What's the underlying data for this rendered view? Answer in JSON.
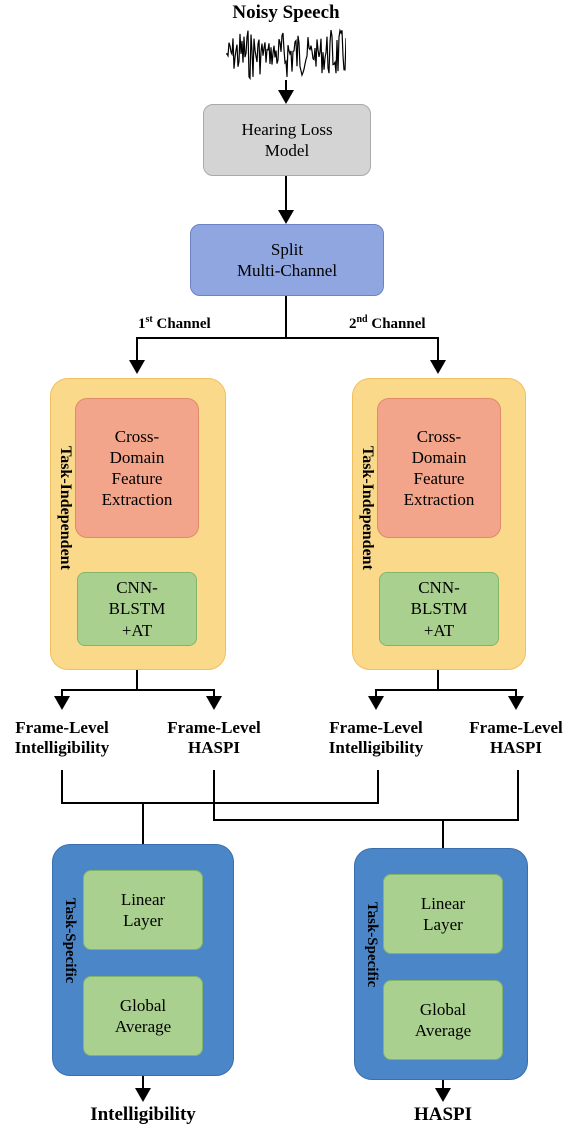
{
  "input": {
    "title": "Noisy Speech"
  },
  "hearing_loss": {
    "line1": "Hearing Loss",
    "line2": "Model"
  },
  "split": {
    "line1": "Split",
    "line2": "Multi-Channel"
  },
  "channels": [
    {
      "label_base": "1",
      "label_sup": "st",
      "label_rest": " Channel",
      "group_label": "Task-Independent",
      "feature": [
        "Cross-",
        "Domain",
        "Feature",
        "Extraction"
      ],
      "model": [
        "CNN-",
        "BLSTM",
        "+AT"
      ],
      "out_left": [
        "Frame-Level",
        "Intelligibility"
      ],
      "out_right": [
        "Frame-Level",
        "HASPI"
      ]
    },
    {
      "label_base": "2",
      "label_sup": "nd",
      "label_rest": " Channel",
      "group_label": "Task-Independent",
      "feature": [
        "Cross-",
        "Domain",
        "Feature",
        "Extraction"
      ],
      "model": [
        "CNN-",
        "BLSTM",
        "+AT"
      ],
      "out_left": [
        "Frame-Level",
        "Intelligibility"
      ],
      "out_right": [
        "Frame-Level",
        "HASPI"
      ]
    }
  ],
  "heads": [
    {
      "group_label": "Task-Specific",
      "linear": [
        "Linear",
        "Layer"
      ],
      "avg": [
        "Global",
        "Average"
      ],
      "output": "Intelligibility"
    },
    {
      "group_label": "Task-Specific",
      "linear": [
        "Linear",
        "Layer"
      ],
      "avg": [
        "Global",
        "Average"
      ],
      "output": "HASPI"
    }
  ],
  "colors": {
    "gray_box": "#d4d4d4",
    "blue_box": "#8fa6e0",
    "orange_panel": "#fbd98a",
    "salmon_box": "#f2a58a",
    "green_box": "#a9d08e",
    "blue_panel": "#4a86c8"
  }
}
